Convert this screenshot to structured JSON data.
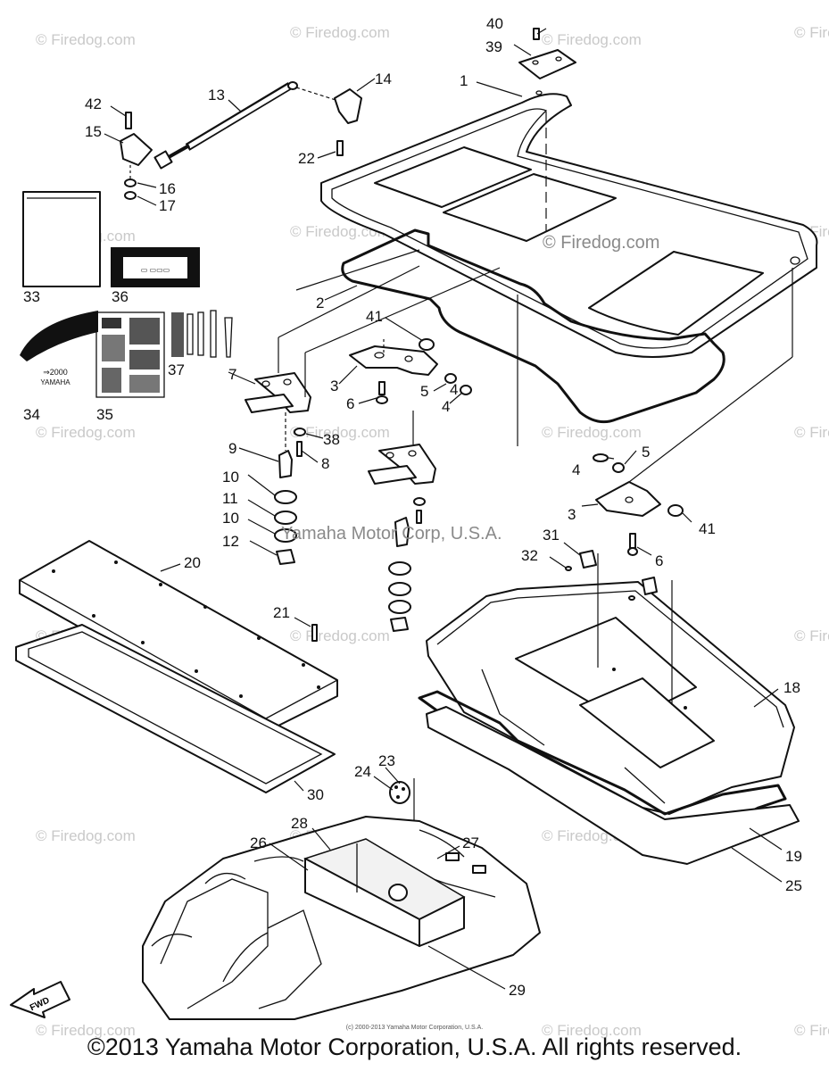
{
  "watermark": {
    "text": "© Firedog.com",
    "center_text": "© Firedog.com",
    "middle_text": "Yamaha Motor Corp, U.S.A."
  },
  "callouts": [
    "1",
    "2",
    "3",
    "3",
    "4",
    "4",
    "4",
    "5",
    "5",
    "6",
    "6",
    "7",
    "8",
    "9",
    "10",
    "10",
    "11",
    "12",
    "13",
    "14",
    "15",
    "16",
    "17",
    "18",
    "19",
    "20",
    "21",
    "22",
    "23",
    "24",
    "25",
    "26",
    "27",
    "28",
    "29",
    "30",
    "31",
    "32",
    "33",
    "34",
    "35",
    "36",
    "37",
    "38",
    "39",
    "40",
    "41",
    "41",
    "42"
  ],
  "fwd_label": "FWD",
  "decal_text": {
    "brand_34": "YAMAHA"
  },
  "tiny_credit": "(c) 2000-2013 Yamaha Motor Corporation, U.S.A.",
  "copyright": "©2013 Yamaha Motor Corporation, U.S.A. All rights reserved."
}
